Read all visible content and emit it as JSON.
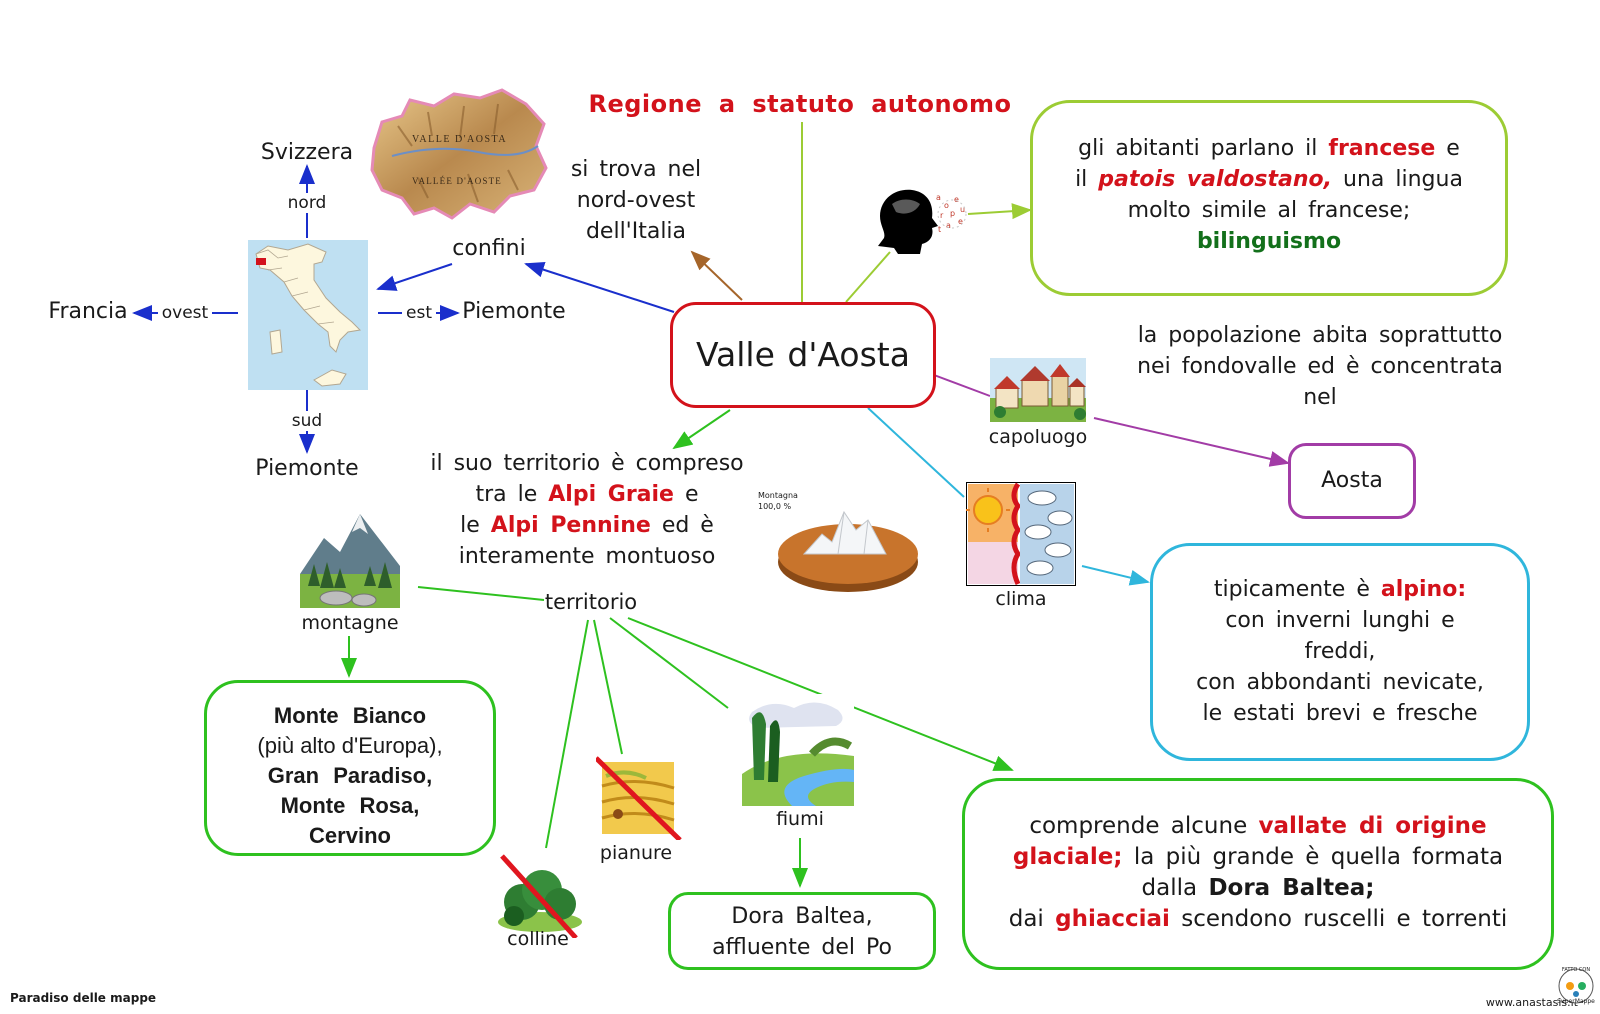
{
  "title": "Regione a statuto autonomo",
  "center": "Valle d'Aosta",
  "location": [
    "si trova nel",
    "nord-ovest",
    "dell'Italia"
  ],
  "borders": {
    "label": "confini",
    "north_dir": "nord",
    "north": "Svizzera",
    "west_dir": "ovest",
    "west": "Francia",
    "east_dir": "est",
    "east": "Piemonte",
    "south_dir": "sud",
    "south": "Piemonte",
    "region_map_labels": [
      "VALLE D'AOSTA",
      "VALLÉE D'AOSTE"
    ]
  },
  "language": {
    "pre1": "gli abitanti parlano il",
    "francese": "francese",
    "post1": "e",
    "pre2": "il",
    "patois": "patois valdostano,",
    "post2": "una lingua",
    "line3": "molto simile al francese;",
    "bilinguismo": "bilinguismo"
  },
  "population": {
    "text": [
      "la popolazione abita soprattutto",
      "nei fondovalle ed è concentrata",
      "nel"
    ],
    "capital_label": "capoluogo",
    "capital": "Aosta"
  },
  "climate": {
    "label": "clima",
    "pre1": "tipicamente è",
    "alpino": "alpino:",
    "lines": [
      "con inverni lunghi e",
      "freddi,",
      "con abbondanti nevicate,",
      "le estati brevi e fresche"
    ]
  },
  "territory_desc": {
    "line1": "il suo territorio è compreso",
    "pre2": "tra le",
    "graie": "Alpi Graie",
    "post2": "e",
    "pre3": "le",
    "pennine": "Alpi Pennine",
    "post3": "ed è",
    "line4": "interamente montuoso",
    "chart_label": [
      "Montagna",
      "100,0 %"
    ]
  },
  "territory": {
    "label": "territorio",
    "mountains_label": "montagne",
    "hills_label": "colline",
    "plains_label": "pianure",
    "rivers_label": "fiumi"
  },
  "mountains_box": {
    "bianco": "Monte Bianco",
    "note": "(più alto d'Europa),",
    "paradiso": "Gran Paradiso,",
    "rosa": "Monte Rosa,",
    "cervino": "Cervino"
  },
  "rivers_box": [
    "Dora Baltea,",
    "affluente del Po"
  ],
  "valleys_box": {
    "pre1": "comprende alcune",
    "vallate": "vallate di origine",
    "glaciale": "glaciale;",
    "post2": "la più grande è quella formata",
    "pre3": "dalla",
    "dora": "Dora Baltea;",
    "pre4": "dai",
    "ghiacciai": "ghiacciai",
    "post4": "scendono ruscelli e torrenti"
  },
  "footer": {
    "left": "Paradiso delle mappe",
    "right": "www.anastasis.it",
    "badge": [
      "FATTO CON",
      "SuperMappe"
    ]
  },
  "colors": {
    "red": "#d3121b",
    "center_border": "#d3121b",
    "language_border": "#9ccc34",
    "capital_border": "#a23ca6",
    "climate_border": "#2fb6dc",
    "green_border": "#2ec11f",
    "blue_arrow": "#1a2fcc"
  }
}
